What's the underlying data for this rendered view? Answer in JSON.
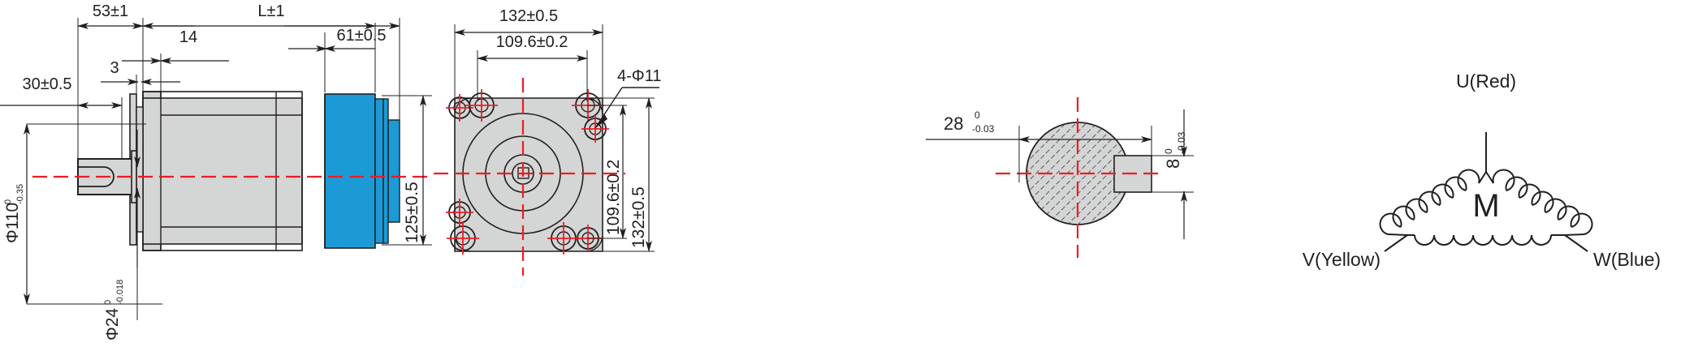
{
  "drawing": {
    "title": "planetary-gearbox-motor-outline-drawing",
    "colors": {
      "body_gray": "#d4d6d5",
      "gearbox_blue": "#1b9ad6",
      "outline": "#231f20",
      "centerline_red": "#ee1c25",
      "text": "#231f20",
      "background": "#ffffff"
    }
  },
  "side_view": {
    "name": "side-elevation-view",
    "dimensions": {
      "shaft_length_53": "53±1",
      "overall_length_L": "L±1",
      "dim_14": "14",
      "dim_3": "3",
      "flange_30": "30±0.5",
      "gearbox_61": "61±0.5",
      "flange_dia_110": "Φ110",
      "flange_dia_110_tol_upper": "0",
      "flange_dia_110_tol_lower": "-0.35",
      "shaft_dia_24": "Φ24",
      "shaft_dia_24_tol_upper": "0",
      "shaft_dia_24_tol_lower": "-0.018"
    }
  },
  "front_view": {
    "name": "front-face-view",
    "dimensions": {
      "width_132": "132±0.5",
      "bolt_circle_109_6": "109.6±0.2",
      "hole_callout": "4-Φ11",
      "height_125": "125±0.5",
      "bolt_circle_v_109_6": "109.6±0.2",
      "height_132": "132±0.5"
    }
  },
  "shaft_section_view": {
    "name": "shaft-cross-section-view",
    "dimensions": {
      "flat_28": "28",
      "flat_28_tol_upper": "0",
      "flat_28_tol_lower": "-0.03",
      "key_8": "8",
      "key_8_tol_upper": "0",
      "key_8_tol_lower": "-0.03"
    }
  },
  "winding_diagram": {
    "name": "delta-winding-schematic",
    "motor_label": "M",
    "terminals": [
      {
        "id": "U",
        "label": "U(Red)"
      },
      {
        "id": "V",
        "label": "V(Yellow)"
      },
      {
        "id": "W",
        "label": "W(Blue)"
      }
    ]
  }
}
